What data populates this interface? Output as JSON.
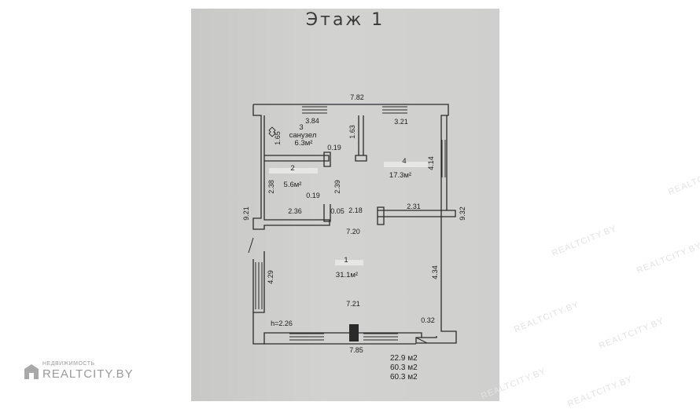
{
  "plan": {
    "title": "Этаж 1",
    "dimensions": {
      "top_overall": "7.82",
      "top_left_segment": "3.84",
      "top_right_segment": "3.21",
      "bath_wall_height": "1.65",
      "partition_stub": "1.63",
      "bath_partition_thick": "0.19",
      "right_upper": "4.14",
      "room2_height": "2.38",
      "corridor_height": "2.39",
      "corridor_partition_thick": "0.19",
      "room2_width": "2.36",
      "corridor_gap": "0.05",
      "corridor_width": "2.18",
      "room4_lower_width": "2.31",
      "left_overall": "9.21",
      "right_overall": "9.32",
      "room1_upper_width": "7.20",
      "room1_height_left": "4.29",
      "room1_height_right": "4.34",
      "room1_lower_width": "7.21",
      "ceiling_height": "h=2.26",
      "step": "0.32",
      "bottom_overall": "7.85"
    },
    "rooms": [
      {
        "number": "3",
        "name": "санузел",
        "area": "6.3м²"
      },
      {
        "number": "2",
        "name": "",
        "area": "5.6м²"
      },
      {
        "number": "4",
        "name": "",
        "area": "17.3м²"
      },
      {
        "number": "1",
        "name": "",
        "area": "31.1м²"
      }
    ],
    "area_totals": [
      "22.9 м2",
      "60.3 м2",
      "60.3 м2"
    ]
  },
  "branding": {
    "small_caption": "НЕДВИЖИМОСТЬ",
    "name": "REALTCITY.BY",
    "watermark": "REALTCITY.BY"
  }
}
